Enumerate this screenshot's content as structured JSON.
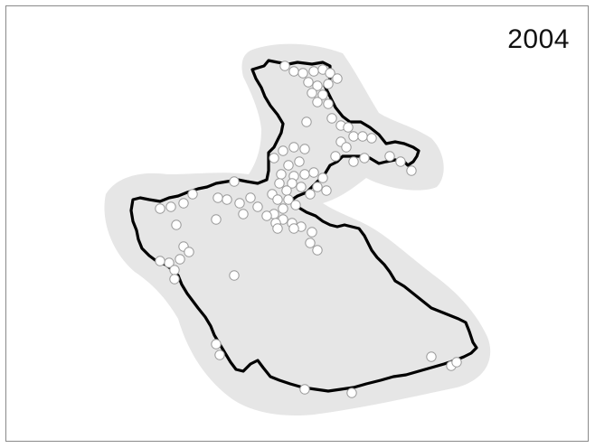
{
  "map": {
    "year_label": "2004",
    "colors": {
      "background": "#ffffff",
      "frame": "#8a8a8a",
      "buffer_zone": "#e6e6e6",
      "boundary_line": "#000000",
      "site_fill": "#ffffff",
      "site_stroke": "#9a9a9a"
    },
    "layers": [
      "buffer-zone",
      "boundary-outline",
      "survey-sites"
    ]
  }
}
